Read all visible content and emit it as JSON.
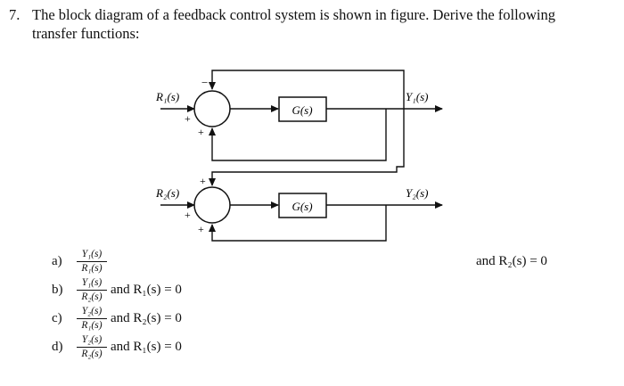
{
  "question": {
    "number": "7.",
    "text": "The block diagram of a feedback control system is shown in figure. Derive the following transfer functions:"
  },
  "diagram": {
    "input_top": "R₁(s)",
    "input_bottom": "R₂(s)",
    "block_top": "G(s)",
    "block_bottom": "G(s)",
    "output_top": "Y₁(s)",
    "output_bottom": "Y₂(s)",
    "sign_minus": "−",
    "sign_plus": "+"
  },
  "parts": [
    {
      "label": "a)",
      "num": "Y₁(s)",
      "den": "R₁(s)",
      "condition": "and R₂(s) = 0"
    },
    {
      "label": "b)",
      "num": "Y₁(s)",
      "den": "R₂(s)",
      "condition": "and R₁(s) = 0"
    },
    {
      "label": "c)",
      "num": "Y₂(s)",
      "den": "R₁(s)",
      "condition": "and R₂(s) = 0"
    },
    {
      "label": "d)",
      "num": "Y₂(s)",
      "den": "R₂(s)",
      "condition": "and R₁(s) = 0"
    }
  ]
}
